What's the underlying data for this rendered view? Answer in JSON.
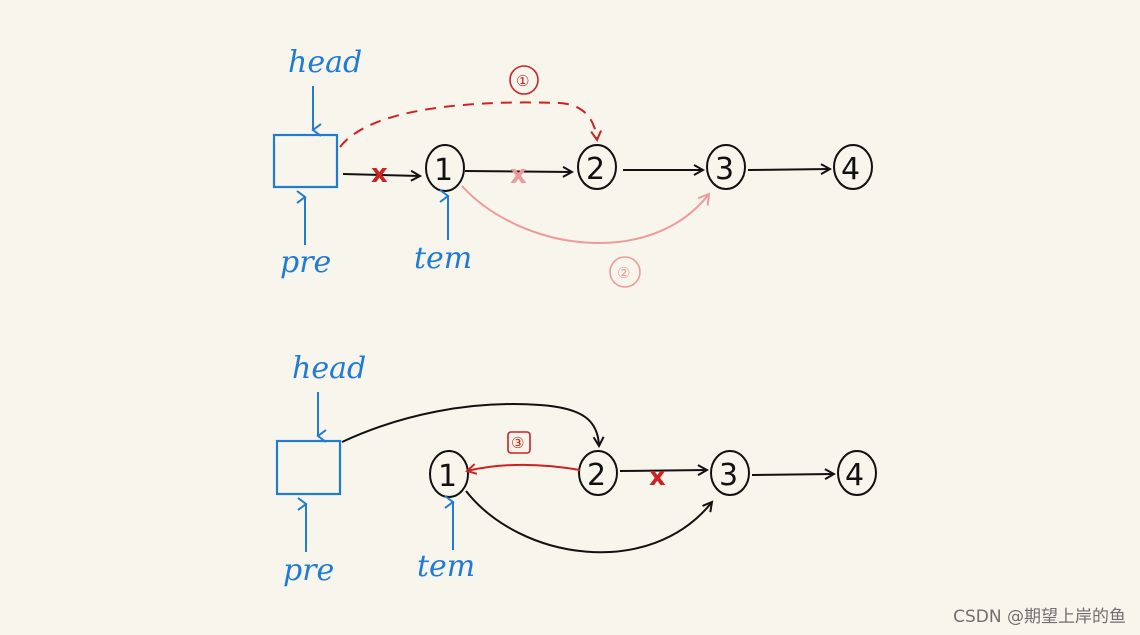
{
  "colors": {
    "background": "#f8f6ec",
    "ink": "#111111",
    "pointer_blue": "#1f7bd6",
    "step1_red": "#cc2222",
    "step2_pink": "#ef9a9a",
    "step3_red": "#cc2222"
  },
  "diagrams": [
    {
      "nodes": [
        "1",
        "2",
        "3",
        "4"
      ],
      "pointers": {
        "head": "head",
        "pre": "pre",
        "tem": "tem"
      },
      "steps": {
        "step1": "①",
        "step2": "②"
      },
      "cross_mark": "x"
    },
    {
      "nodes": [
        "1",
        "2",
        "3",
        "4"
      ],
      "pointers": {
        "head": "head",
        "pre": "pre",
        "tem": "tem"
      },
      "steps": {
        "step3": "③"
      },
      "cross_mark": "x"
    }
  ],
  "watermark": "CSDN @期望上岸的鱼"
}
